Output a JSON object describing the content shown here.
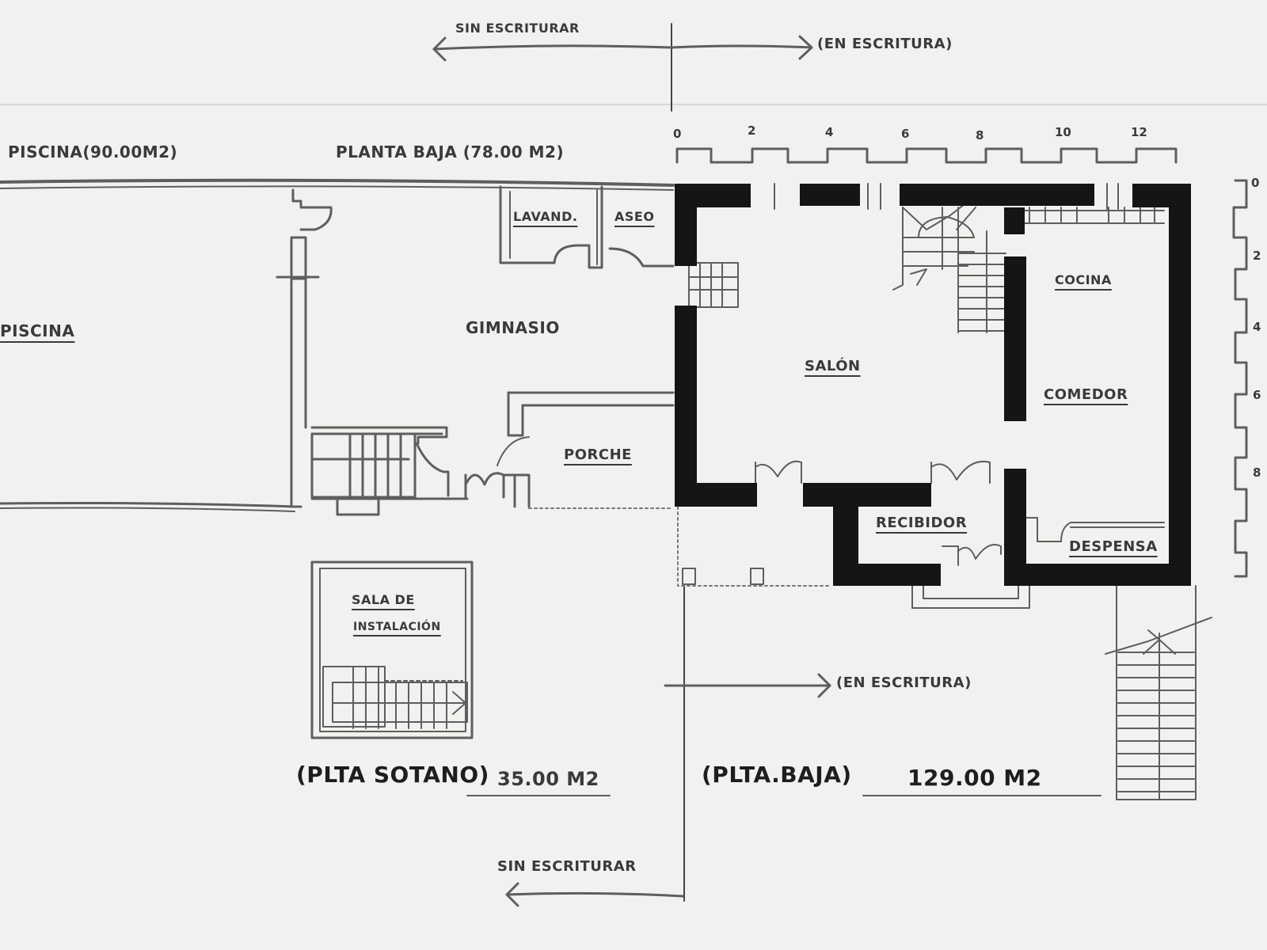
{
  "legend": {
    "top_left_arrow": "SIN ESCRITURAR",
    "top_right_arrow": "(EN ESCRITURA)",
    "mid_right_arrow": "(EN ESCRITURA)",
    "bottom_left_arrow": "SIN ESCRITURAR"
  },
  "headers": {
    "piscina_area": "PISCINA(90.00M2)",
    "planta_baja_area": "PLANTA BAJA (78.00 M2)"
  },
  "scale_horizontal": {
    "ticks": [
      "0",
      "2",
      "4",
      "6",
      "8",
      "10",
      "12"
    ]
  },
  "scale_vertical": {
    "ticks": [
      "0",
      "2",
      "4",
      "6",
      "8"
    ]
  },
  "rooms": {
    "piscina": "PISCINA",
    "gimnasio": "GIMNASIO",
    "lavanderia": "LAVAND.",
    "aseo": "ASEO",
    "porche": "PORCHE",
    "salon": "SALÓN",
    "cocina": "COCINA",
    "comedor": "COMEDOR",
    "recibidor": "RECIBIDOR",
    "despensa": "DESPENSA",
    "sala_instalacion_line1": "SALA DE",
    "sala_instalacion_line2": "INSTALACIÓN"
  },
  "totals": {
    "sotano_label": "(PLTA SOTANO)",
    "sotano_area": "35.00 M2",
    "baja_label": "(PLTA.BAJA)",
    "baja_area": "129.00 M2"
  },
  "colors": {
    "paper": "#f1f1ef",
    "pencil": "#5a5a5a",
    "marker": "#151515"
  }
}
